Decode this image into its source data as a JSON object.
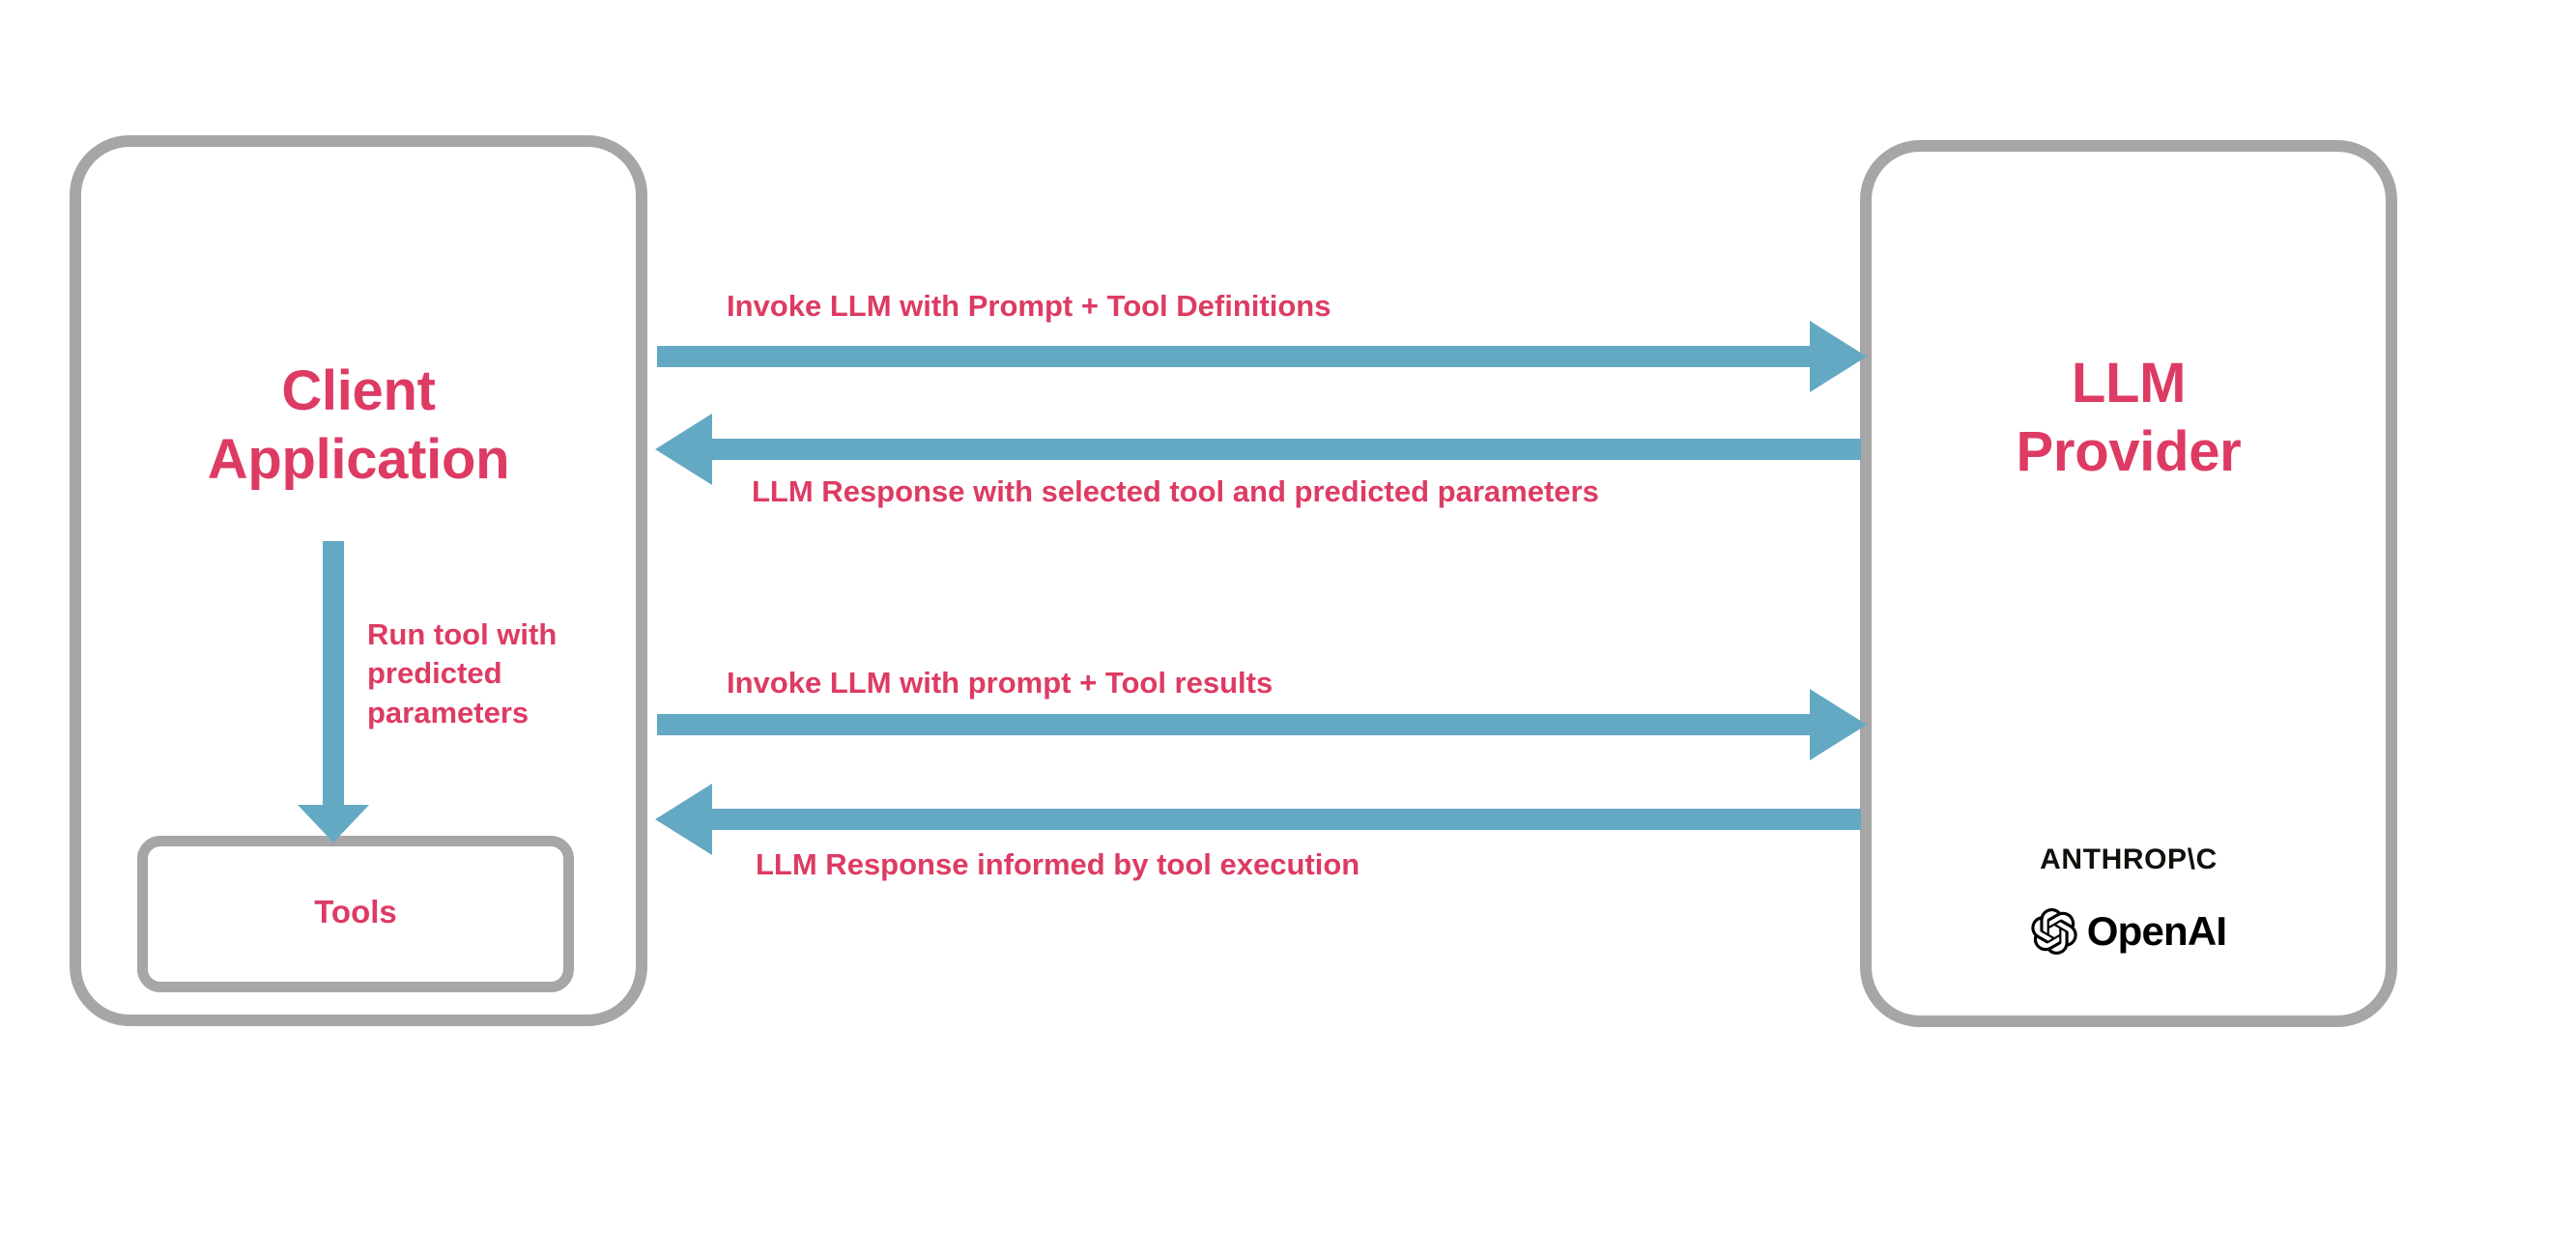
{
  "diagram": {
    "title": "LLM tool-calling interaction flow",
    "background": "#ffffff",
    "colors": {
      "accent_text": "#dd3b63",
      "arrow": "#63a9c4",
      "box_border": "#a6a6a6",
      "brand_black": "#000000"
    }
  },
  "nodes": {
    "client": {
      "title_line_1": "Client",
      "title_line_2": "Application",
      "inner": {
        "tools_label": "Tools"
      }
    },
    "provider": {
      "title_line_1": "LLM",
      "title_line_2": "Provider",
      "brands": [
        {
          "name": "anthropic-wordmark",
          "text": "ANTHROP\\C"
        },
        {
          "name": "openai-wordmark",
          "text": "OpenAI"
        }
      ]
    }
  },
  "flows": [
    {
      "id": "invoke-1",
      "direction": "right",
      "from": "Client Application",
      "to": "LLM Provider",
      "label": "Invoke LLM with Prompt + Tool Definitions",
      "label_position": "above"
    },
    {
      "id": "response-1",
      "direction": "left",
      "from": "LLM Provider",
      "to": "Client Application",
      "label": "LLM Response with selected tool and predicted parameters",
      "label_position": "below"
    },
    {
      "id": "invoke-2",
      "direction": "right",
      "from": "Client Application",
      "to": "LLM Provider",
      "label": "Invoke LLM with prompt + Tool results",
      "label_position": "above"
    },
    {
      "id": "response-2",
      "direction": "left",
      "from": "LLM Provider",
      "to": "Client Application",
      "label": "LLM Response informed by tool execution",
      "label_position": "below"
    },
    {
      "id": "run-tool",
      "direction": "down",
      "from": "Client Application",
      "to": "Tools",
      "label": "Run tool with predicted parameters",
      "label_position": "right"
    }
  ]
}
